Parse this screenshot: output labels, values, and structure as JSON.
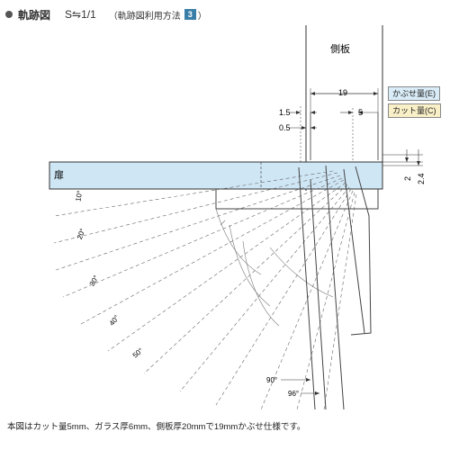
{
  "header": {
    "title": "軌跡図",
    "model": "S⇋1/1",
    "note_prefix": "（軌跡図利用方法",
    "note_badge": "3",
    "note_suffix": "）"
  },
  "labels": {
    "door": "扉",
    "side_panel": "側板",
    "dim_19": "19",
    "dim_1_5": "1.5",
    "dim_0_5": "0.5",
    "dim_5": "5",
    "dim_2": "2",
    "dim_2_4": "2.4",
    "angle_10": "10°",
    "angle_20": "20°",
    "angle_30": "30°",
    "angle_40": "40°",
    "angle_50": "50°",
    "angle_90": "90°",
    "angle_96": "96°"
  },
  "legend": {
    "overlay": "かぶせ量(E)",
    "cut": "カット量(C)"
  },
  "colors": {
    "door_fill": "#cfe6f5",
    "overlay_fill": "#d9ecf7",
    "cut_fill": "#faf0c8",
    "badge": "#3a7ea8"
  },
  "footer": {
    "text": "本図はカット量5mm、ガラス厚6mm、側板厚20mmで19mmかぶせ仕様です。"
  }
}
